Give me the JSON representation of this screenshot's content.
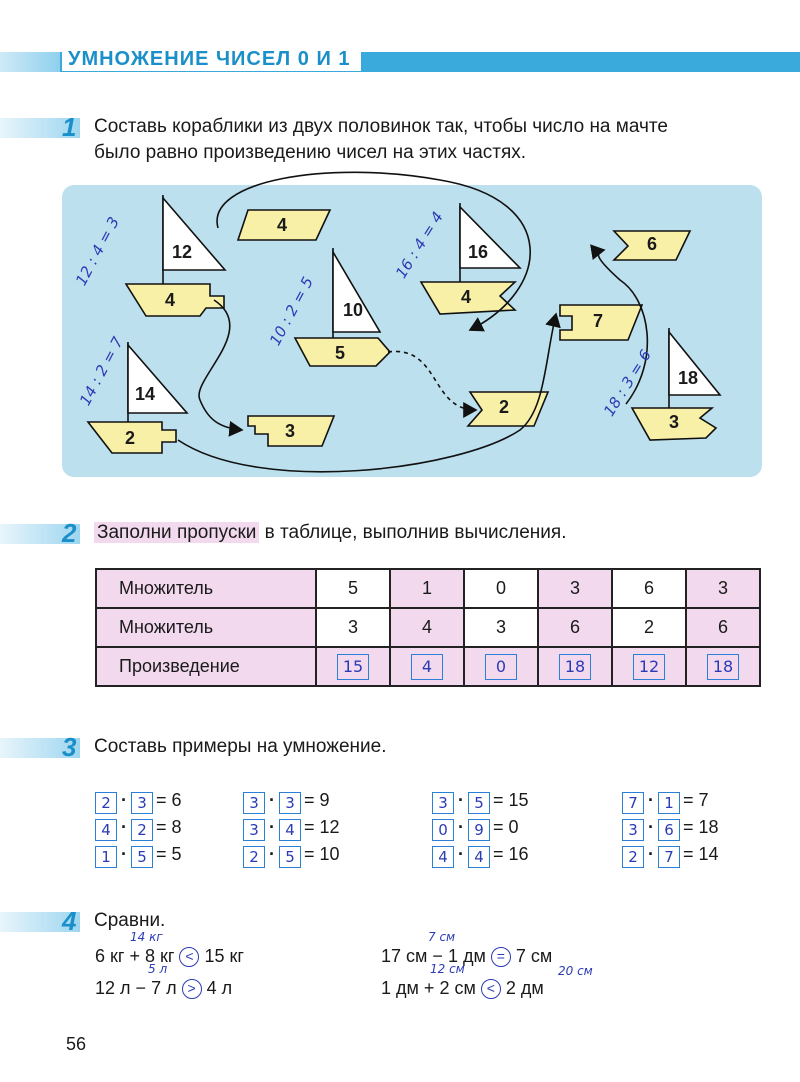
{
  "title": "УМНОЖЕНИЕ ЧИСЕЛ 0 И 1",
  "ex1": {
    "num": "1",
    "line1": "Составь кораблики из двух половинок так, чтобы число на мачте",
    "line2": "было равно произведению чисел на этих частях.",
    "boats": [
      {
        "sail": "12",
        "hull": "4",
        "note": "12 : 4 = 3"
      },
      {
        "sail": "14",
        "hull": "2",
        "note": "14 : 2 = 7"
      },
      {
        "sail": "10",
        "hull": "5",
        "note": "10 : 2 = 5"
      },
      {
        "sail": "16",
        "hull": "4",
        "note": "16 : 4 = 4"
      },
      {
        "sail": "18",
        "hull": "3",
        "note": "18 : 3 = 6"
      }
    ],
    "loose": [
      "4",
      "3",
      "2",
      "7",
      "6"
    ]
  },
  "ex2": {
    "num": "2",
    "task_pre": "Заполни пропуски",
    "task_mid": " в ",
    "task_post": "таблице, выполнив вычисления.",
    "row1": {
      "label": "Множитель",
      "cells": [
        "5",
        "1",
        "0",
        "3",
        "6",
        "3"
      ]
    },
    "row2": {
      "label": "Множитель",
      "cells": [
        "3",
        "4",
        "3",
        "6",
        "2",
        "6"
      ]
    },
    "row3": {
      "label": "Произведение",
      "cells": [
        "15",
        "4",
        "0",
        "18",
        "12",
        "18"
      ]
    }
  },
  "ex3": {
    "num": "3",
    "task": "Составь примеры на умножение.",
    "cols": [
      [
        [
          "2",
          "3",
          "= 6"
        ],
        [
          "4",
          "2",
          "= 8"
        ],
        [
          "1",
          "5",
          "= 5"
        ]
      ],
      [
        [
          "3",
          "3",
          "= 9"
        ],
        [
          "3",
          "4",
          "= 12"
        ],
        [
          "2",
          "5",
          "= 10"
        ]
      ],
      [
        [
          "3",
          "5",
          "= 15"
        ],
        [
          "0",
          "9",
          "= 0"
        ],
        [
          "4",
          "4",
          "= 16"
        ]
      ],
      [
        [
          "7",
          "1",
          "= 7"
        ],
        [
          "3",
          "6",
          "= 18"
        ],
        [
          "2",
          "7",
          "= 14"
        ]
      ]
    ]
  },
  "ex4": {
    "num": "4",
    "task": "Сравни.",
    "a1": {
      "text_a": "6  кг",
      "op": "+",
      "text_b": "8  кг",
      "sign": "<",
      "text_c": "15  кг",
      "note": "14 кг"
    },
    "a2": {
      "text_a": "12  л",
      "op": "−",
      "text_b": "7  л",
      "sign": ">",
      "text_c": "4  л",
      "note": "5 л"
    },
    "b1": {
      "text_a": "17  см",
      "op": "−",
      "text_b": "1  дм",
      "sign": "=",
      "text_c": "7  см",
      "note": "7 см"
    },
    "b2": {
      "text_a": "1  дм",
      "op": "+",
      "text_b": "2  см",
      "sign": "<",
      "text_c": "2  дм",
      "note1": "12 см",
      "note2": "20 см"
    }
  },
  "page_number": "56"
}
